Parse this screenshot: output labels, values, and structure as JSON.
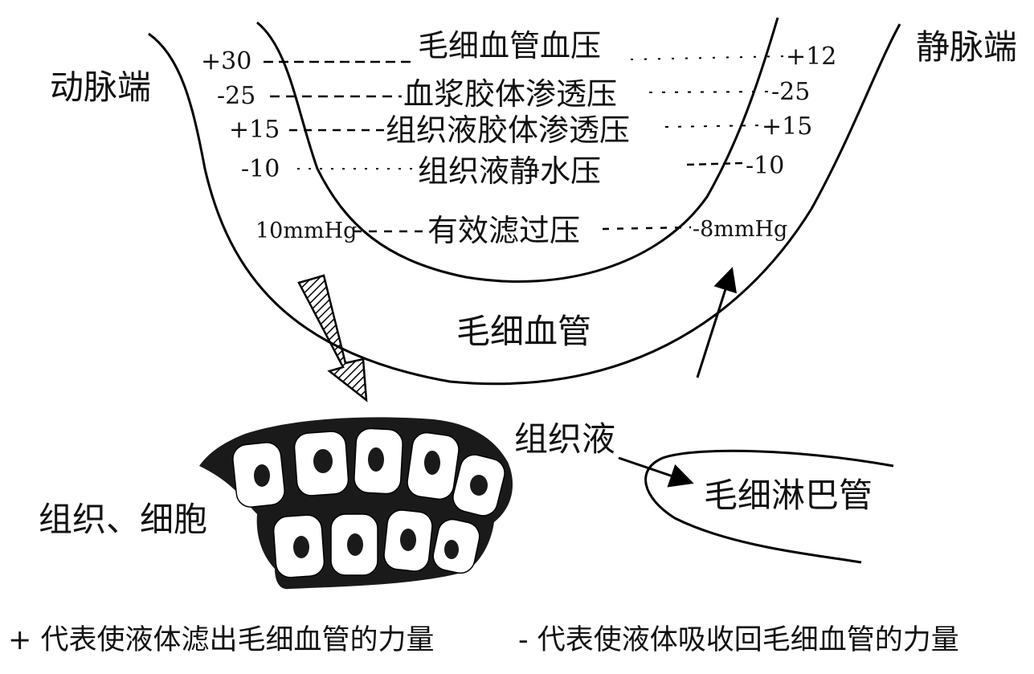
{
  "labels": {
    "arterial_end": "动脉端",
    "venous_end": "静脉端",
    "capillary": "毛细血管",
    "tissue_fluid": "组织液",
    "tissue_cells": "组织、细胞",
    "lymph_capillary": "毛细淋巴管"
  },
  "forces": [
    {
      "name": "毛细血管血压",
      "arterial": "+30",
      "venous": "+12"
    },
    {
      "name": "血浆胶体渗透压",
      "arterial": "-25",
      "venous": "-25"
    },
    {
      "name": "组织液胶体渗透压",
      "arterial": "+15",
      "venous": "+15"
    },
    {
      "name": "组织液静水压",
      "arterial": "-10",
      "venous": "-10"
    }
  ],
  "net": {
    "name": "有效滤过压",
    "arterial": "10mmHg",
    "venous": "-8mmHg"
  },
  "legend": {
    "plus": "+ 代表使液体滤出毛细血管的力量",
    "minus": "- 代表使液体吸收回毛细血管的力量"
  }
}
